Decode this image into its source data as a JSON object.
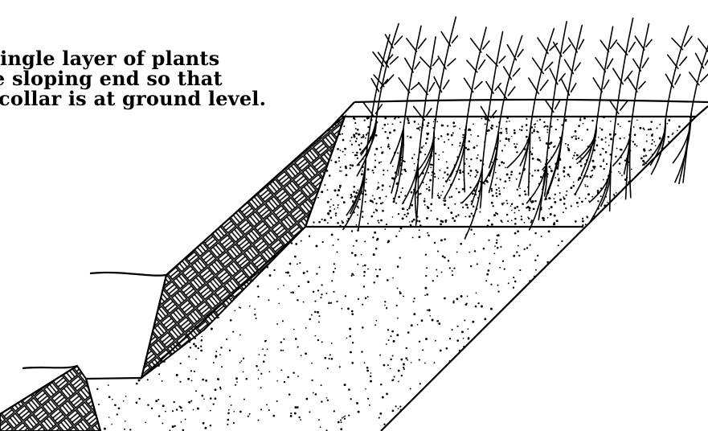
{
  "caption": {
    "line1": "a single layer of plants",
    "line2": "the   sloping end so that",
    "line3": "ot collar is at ground  level."
  },
  "figure": {
    "subject": "Plants laid on a sloping bench with root collars at ground level",
    "elements": [
      "stems",
      "roots",
      "topsoil",
      "brick-revetment",
      "stippled-fill",
      "ground-profile"
    ],
    "colors": {
      "ink": "#000000",
      "paper": "#ffffff"
    }
  }
}
